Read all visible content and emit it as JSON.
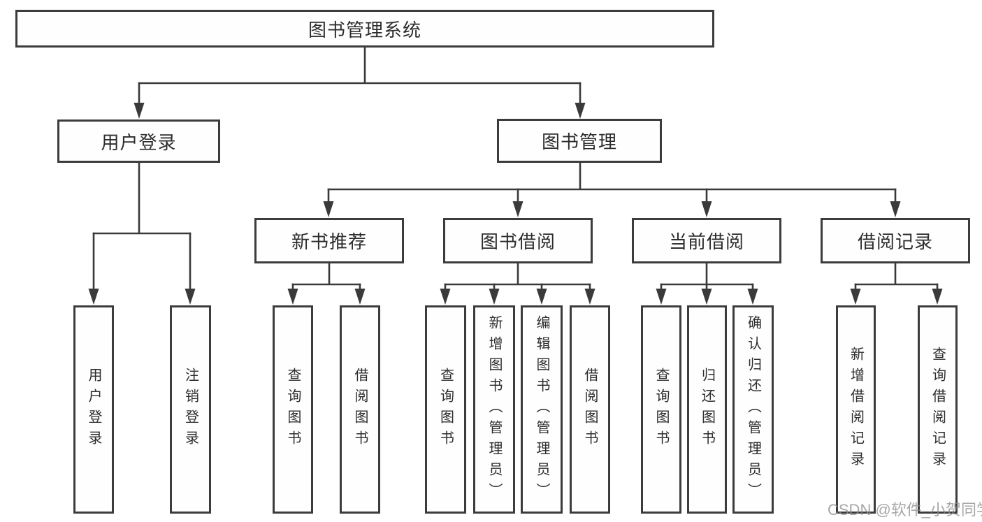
{
  "colors": {
    "background": "#ffffff",
    "line": "#3a3a3a",
    "box_border": "#3c3c3c",
    "box_fill": "#fefefe",
    "text": "#2d2d2d",
    "watermark": "#8f8f8f"
  },
  "tree": {
    "root": {
      "label": "图书管理系统"
    },
    "children": [
      {
        "label": "用户登录",
        "children": [
          {
            "label": "用户登录"
          },
          {
            "label": "注销登录"
          }
        ]
      },
      {
        "label": "图书管理",
        "children": [
          {
            "label": "新书推荐",
            "children": [
              {
                "label": "查询图书"
              },
              {
                "label": "借阅图书"
              }
            ]
          },
          {
            "label": "图书借阅",
            "children": [
              {
                "label": "查询图书"
              },
              {
                "label": "新增图书（管理员）"
              },
              {
                "label": "编辑图书（管理员）"
              },
              {
                "label": "借阅图书"
              }
            ]
          },
          {
            "label": "当前借阅",
            "children": [
              {
                "label": "查询图书"
              },
              {
                "label": "归还图书"
              },
              {
                "label": "确认归还（管理员）"
              }
            ]
          },
          {
            "label": "借阅记录",
            "children": [
              {
                "label": "新增借阅记录"
              },
              {
                "label": "查询借阅记录"
              }
            ]
          }
        ]
      }
    ]
  },
  "watermark": {
    "text": "CSDN @软件_小贺同学"
  }
}
